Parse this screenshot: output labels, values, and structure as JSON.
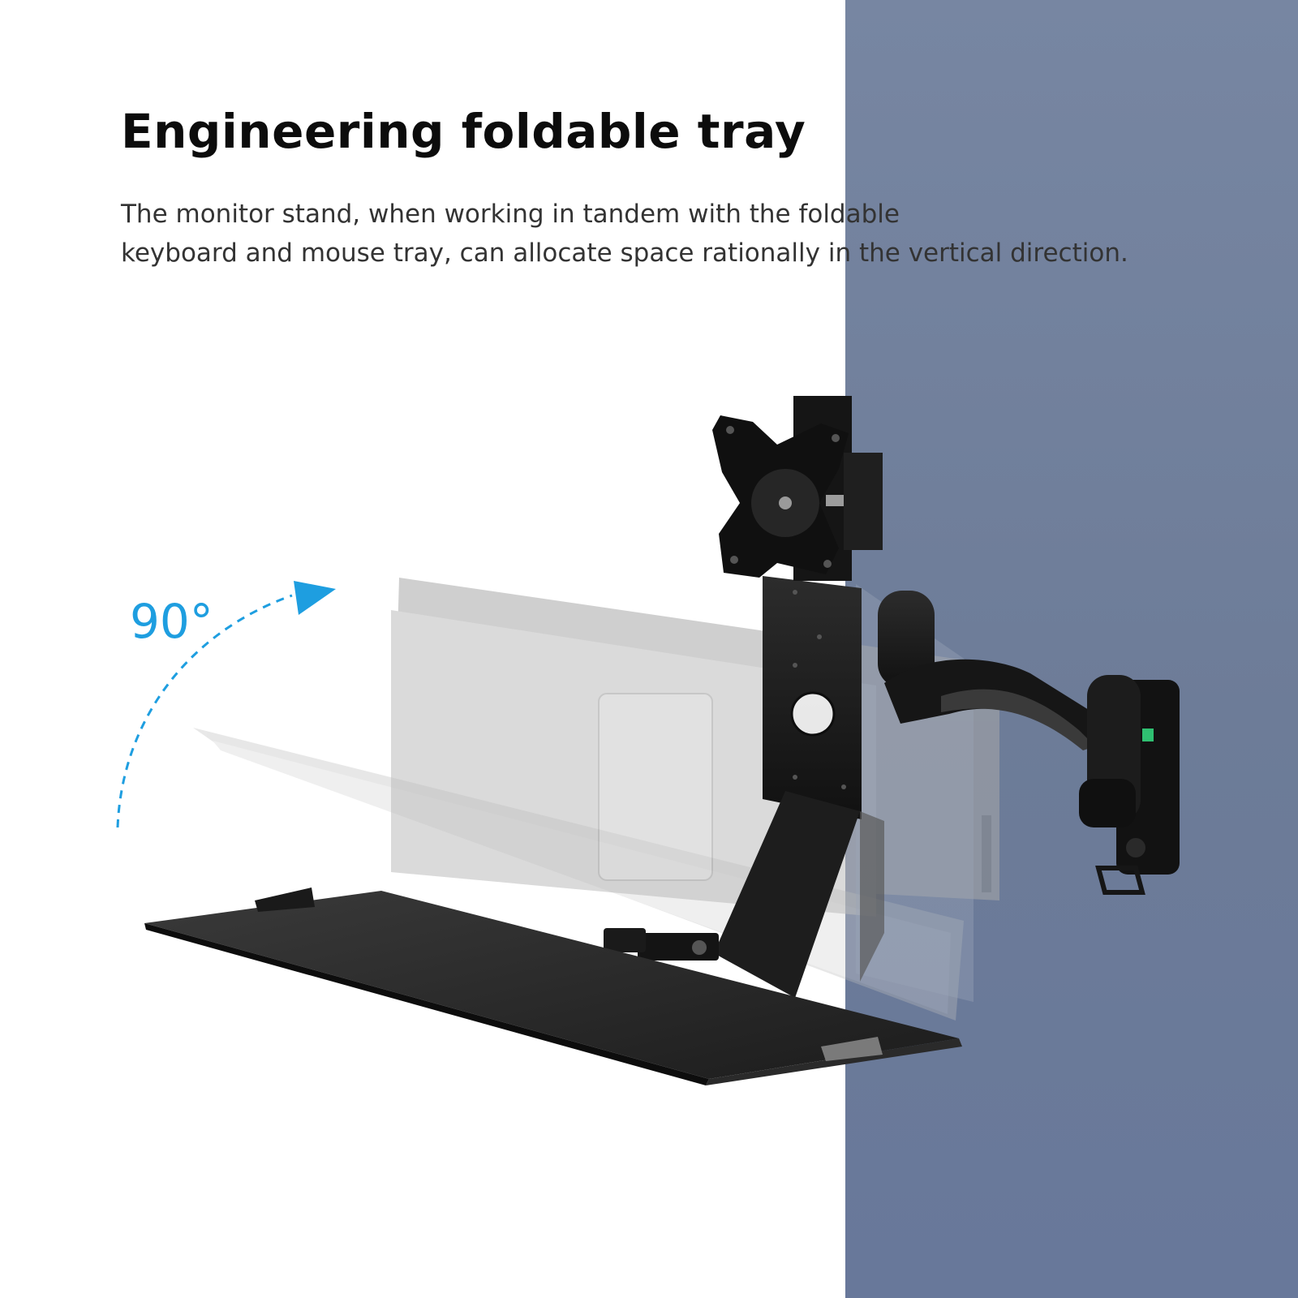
{
  "headline": "Engineering foldable tray",
  "description": {
    "line1": "The monitor stand, when working in tandem with the foldable",
    "line2": "keyboard and mouse tray, can allocate space rationally in the vertical direction."
  },
  "rotation_label": "90°",
  "colors": {
    "wall": "#6f7e9b",
    "accent": "#1e9ee0",
    "hardware": "#1a1a1a",
    "headline": "#0c0c0c",
    "body_text": "#333333"
  }
}
